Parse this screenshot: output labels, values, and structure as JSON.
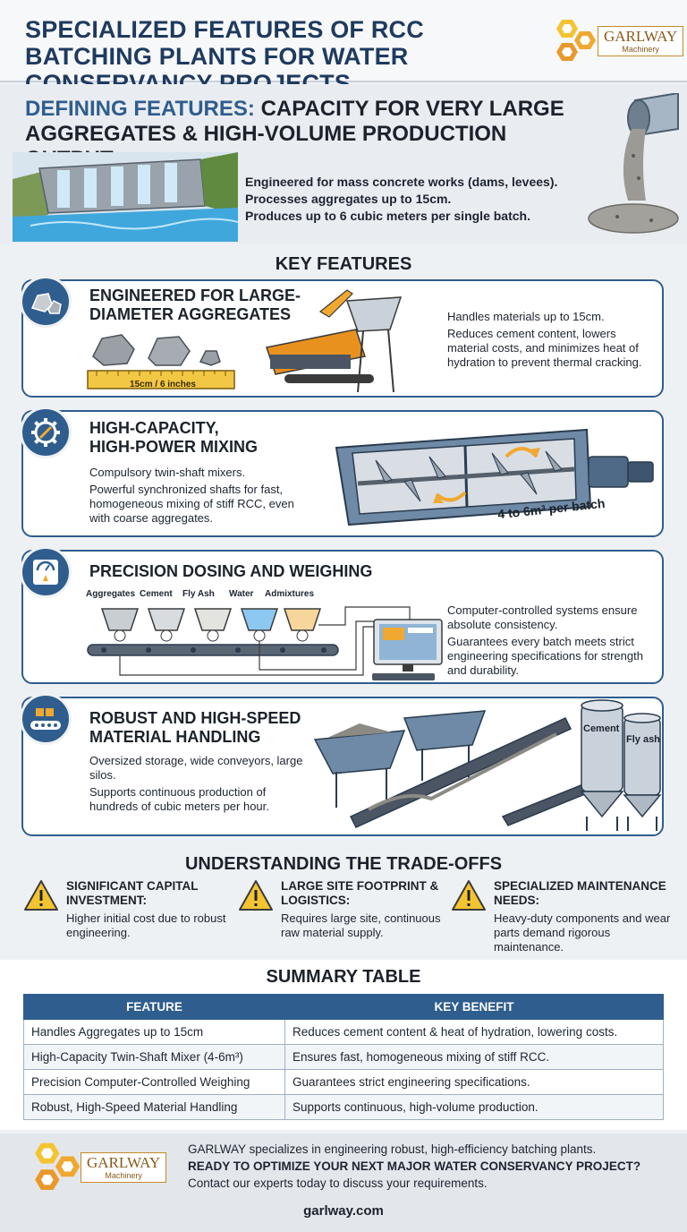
{
  "header": {
    "title": "Specialized Features of RCC Batching Plants for Water Conservancy Projects",
    "logo_name": "GARLWAY",
    "logo_sub": "Machinery"
  },
  "defining": {
    "title_accent": "Defining Features:",
    "title_rest": "Capacity for Very Large Aggregates & High-Volume Production Output.",
    "lines": [
      "Engineered for mass concrete works (dams, levees).",
      "Processes aggregates up to 15cm.",
      "Produces up to 6 cubic meters per single batch."
    ]
  },
  "key_features_title": "Key Features",
  "features": [
    {
      "title": "Engineered for Large-Diameter Aggregates",
      "icon": "rocks-icon",
      "lines": [
        "Handles materials up to 15cm.",
        "Reduces cement content, lowers material costs, and minimizes heat of hydration to prevent thermal cracking."
      ],
      "ruler_label": "15cm / 6 inches"
    },
    {
      "title": "High-Capacity, High-Power Mixing",
      "icon": "gear-icon",
      "lines": [
        "Compulsory twin-shaft mixers.",
        "Powerful synchronized shafts for fast, homogeneous mixing of stiff RCC, even with coarse aggregates."
      ],
      "mixer_label": "4 to 6m³ per batch"
    },
    {
      "title": "Precision Dosing and Weighing",
      "icon": "scale-icon",
      "lines": [
        "Computer-controlled systems ensure absolute consistency.",
        "Guarantees every batch meets strict engineering specifications for strength and durability."
      ],
      "hoppers": [
        "Aggregates",
        "Cement",
        "Fly Ash",
        "Water",
        "Admixtures"
      ]
    },
    {
      "title": "Robust and High-Speed Material Handling",
      "icon": "conveyor-icon",
      "lines": [
        "Oversized storage, wide conveyors, large silos.",
        "Supports continuous production of hundreds of cubic meters per hour."
      ],
      "silos": [
        "Cement",
        "Fly ash"
      ]
    }
  ],
  "tradeoffs": {
    "title": "Understanding the Trade-offs",
    "items": [
      {
        "title": "Significant Capital Investment:",
        "text": "Higher initial cost due to robust engineering."
      },
      {
        "title": "Large Site Footprint & Logistics:",
        "text": "Requires large site, continuous raw material supply."
      },
      {
        "title": "Specialized Maintenance Needs:",
        "text": "Heavy-duty components and wear parts demand rigorous maintenance."
      }
    ]
  },
  "summary": {
    "title": "Summary Table",
    "headers": [
      "Feature",
      "Key Benefit"
    ],
    "rows": [
      [
        "Handles Aggregates up to 15cm",
        "Reduces cement content & heat of hydration, lowering costs."
      ],
      [
        "High-Capacity Twin-Shaft Mixer (4-6m³)",
        "Ensures fast, homogeneous mixing of stiff RCC."
      ],
      [
        "Precision Computer-Controlled Weighing",
        "Guarantees strict engineering specifications."
      ],
      [
        "Robust, High-Speed Material Handling",
        "Supports continuous, high-volume production."
      ]
    ]
  },
  "footer": {
    "line1": "GARLWAY specializes in engineering robust, high-efficiency batching plants.",
    "cta": "Ready to optimize your next major water conservancy project?",
    "line3": "Contact our experts today to discuss your requirements.",
    "url": "garlway.com"
  },
  "colors": {
    "brand": "#2f5d8e",
    "accent": "#f0a830",
    "logo": "#c48a2a"
  }
}
